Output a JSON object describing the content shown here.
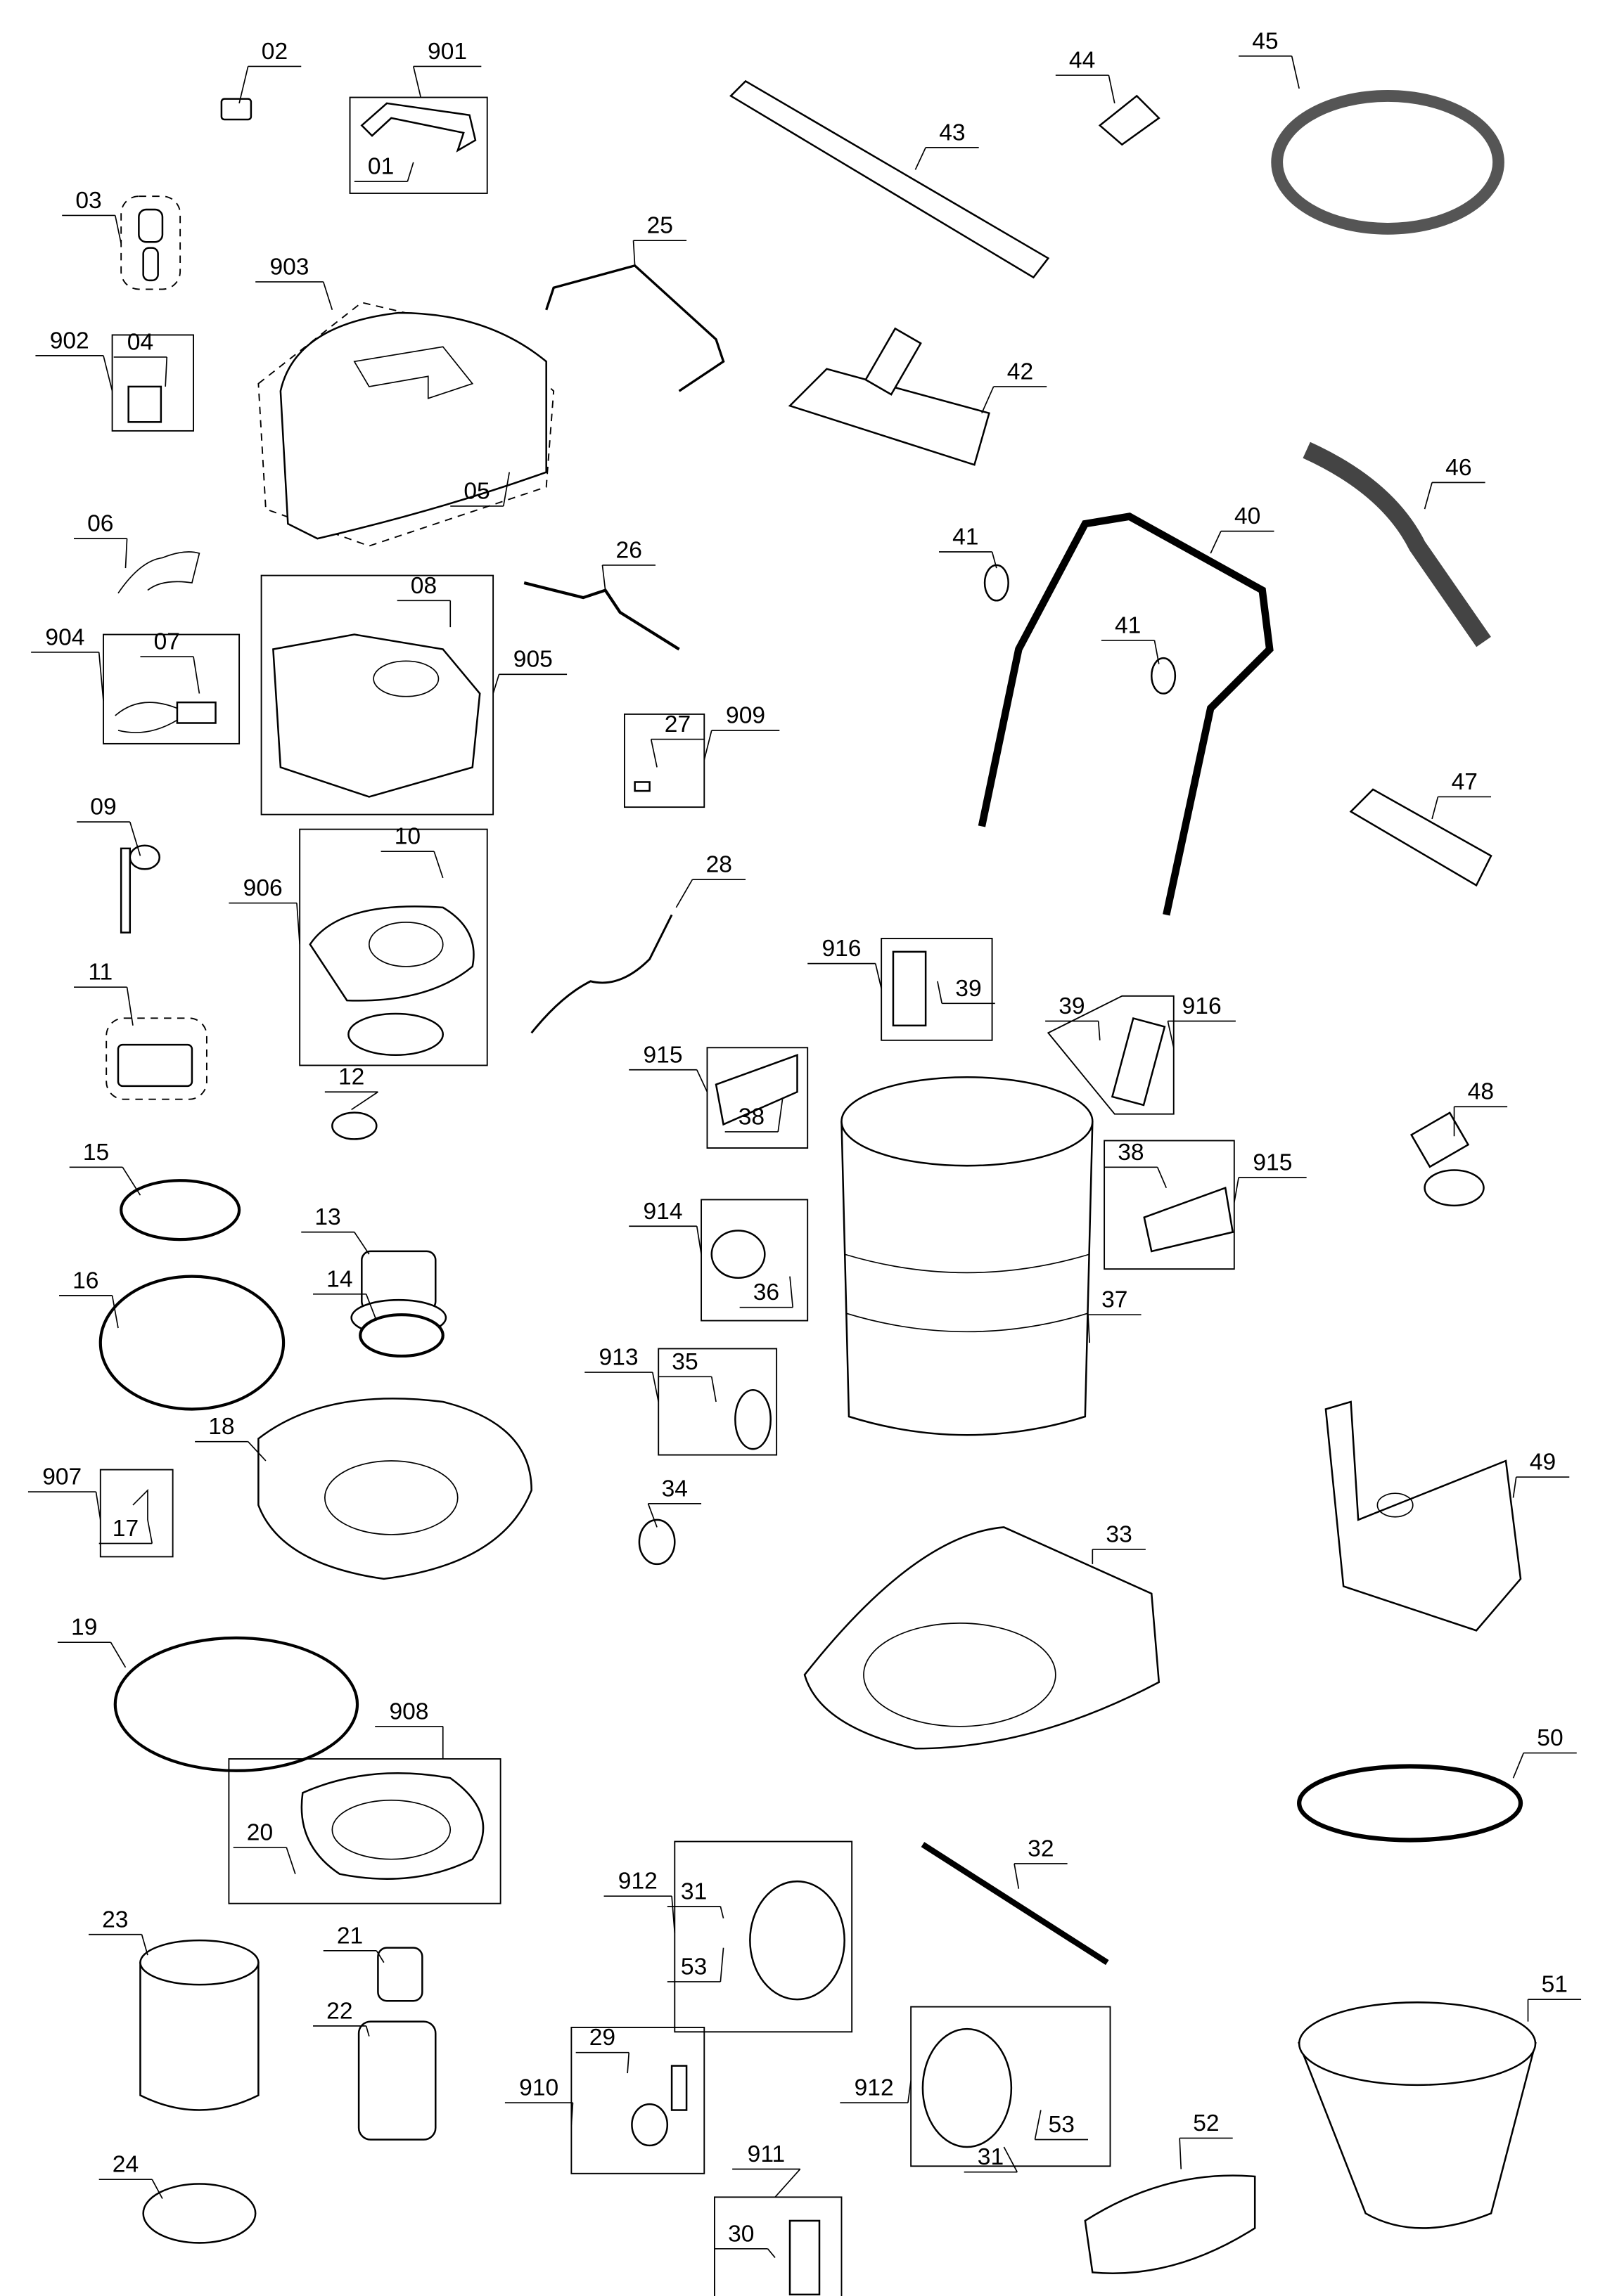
{
  "diagram": {
    "type": "exploded parts diagram",
    "callouts": [
      "02",
      "901",
      "01",
      "03",
      "903",
      "902",
      "04",
      "05",
      "06",
      "904",
      "07",
      "08",
      "905",
      "25",
      "26",
      "27",
      "909",
      "09",
      "10",
      "906",
      "11",
      "28",
      "12",
      "15",
      "13",
      "14",
      "16",
      "18",
      "907",
      "17",
      "19",
      "908",
      "20",
      "23",
      "21",
      "22",
      "24",
      "43",
      "44",
      "45",
      "42",
      "46",
      "41",
      "40",
      "41",
      "47",
      "916",
      "39",
      "916",
      "39",
      "915",
      "38",
      "915",
      "38",
      "48",
      "914",
      "36",
      "37",
      "913",
      "35",
      "34",
      "33",
      "49",
      "50",
      "32",
      "912",
      "31",
      "53",
      "912",
      "53",
      "31",
      "51",
      "910",
      "29",
      "911",
      "30",
      "52"
    ]
  }
}
